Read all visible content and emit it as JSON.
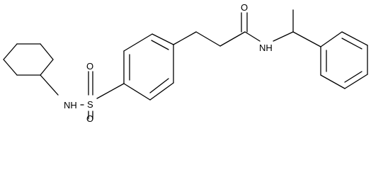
{
  "molecule": {
    "atoms": {
      "amine_n": "NH",
      "sulfonyl_s": "S",
      "sulfonyl_o_top": "O",
      "sulfonyl_o_bottom": "O",
      "carbonyl_o": "O",
      "amide_n": "NH"
    },
    "colors": {
      "bond": "#000000",
      "label": "#000000",
      "background": "#ffffff"
    }
  }
}
